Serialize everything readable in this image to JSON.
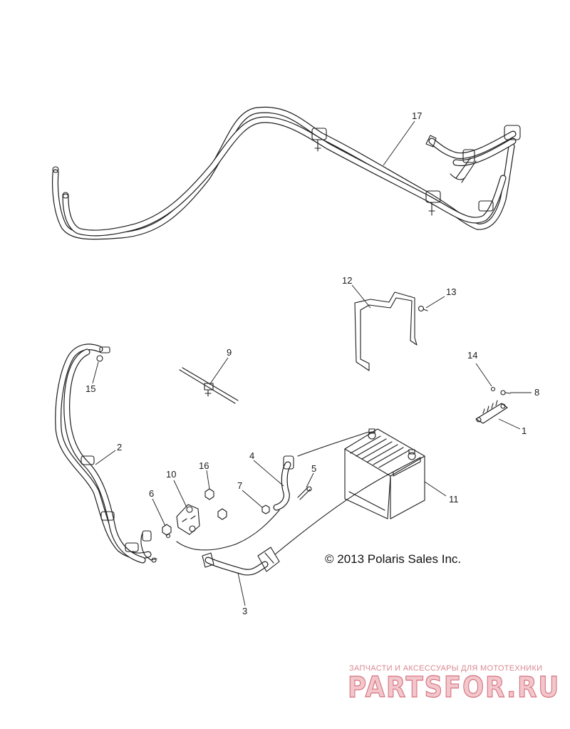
{
  "diagram": {
    "labels": {
      "p1": "1",
      "p2": "2",
      "p3": "3",
      "p4": "4",
      "p5": "5",
      "p6": "6",
      "p7": "7",
      "p8": "8",
      "p9": "9",
      "p10": "10",
      "p11": "11",
      "p12": "12",
      "p13": "13",
      "p14": "14",
      "p15": "15",
      "p16": "16",
      "p17": "17"
    },
    "copyright": "© 2013 Polaris Sales Inc."
  },
  "watermark": {
    "tagline": "ЗАПЧАСТИ И АКСЕССУАРЫ ДЛЯ МОТОТЕХНИКИ",
    "logo": "PARTSFOR.RU",
    "color": "#d6707d"
  }
}
